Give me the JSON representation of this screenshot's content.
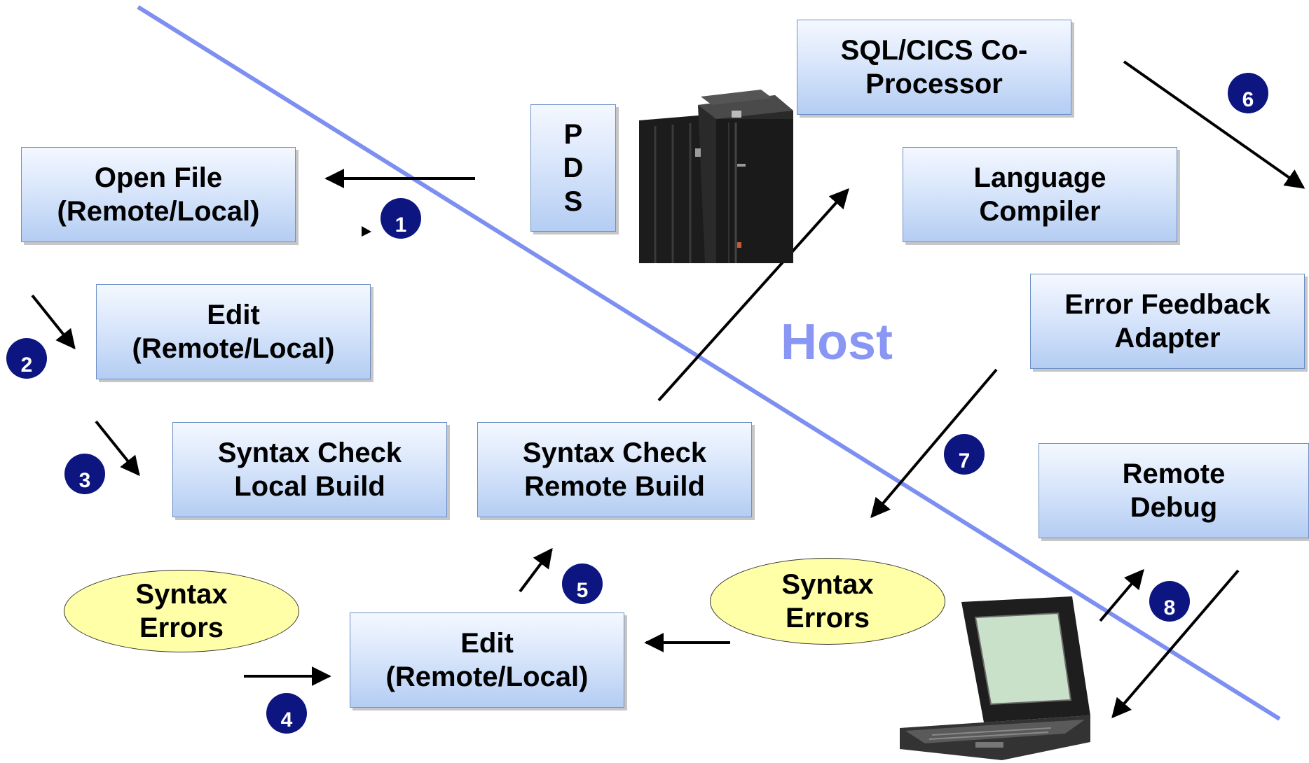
{
  "boxes": {
    "open_file": "Open File\n(Remote/Local)",
    "edit_top": "Edit\n(Remote/Local)",
    "syntax_check_local": "Syntax Check\nLocal Build",
    "syntax_check_remote": "Syntax Check\nRemote Build",
    "edit_bottom": "Edit\n(Remote/Local)",
    "pds": "P\nD\nS",
    "sql_cics": "SQL/CICS Co-\nProcessor",
    "language_compiler": "Language\nCompiler",
    "error_feedback": "Error Feedback\nAdapter",
    "remote_debug": "Remote\nDebug"
  },
  "ovals": {
    "syntax_errors_left": "Syntax\nErrors",
    "syntax_errors_right": "Syntax\nErrors"
  },
  "host_label": "Host",
  "steps": [
    "1",
    "2",
    "3",
    "4",
    "5",
    "6",
    "7",
    "8"
  ],
  "colors": {
    "box_fill": "#b4cdf3",
    "box_border": "#6d8fc4",
    "oval_fill": "#ffffa8",
    "badge": "#0d1580",
    "divider_line": "#7d8ff0",
    "host_text": "#8a96f4"
  },
  "icons": [
    "mainframe-server-icon",
    "laptop-icon"
  ]
}
